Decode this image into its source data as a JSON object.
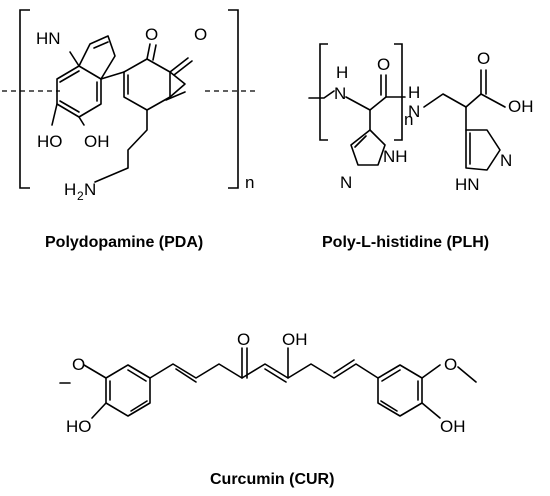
{
  "pda": {
    "caption": "Polydopamine (PDA)",
    "atoms": {
      "hn": "HN",
      "o1": "O",
      "o2": "O",
      "ho": "HO",
      "oh": "OH",
      "h2n_h": "H",
      "h2n_n": "N",
      "two": "2",
      "n": "n"
    }
  },
  "plh": {
    "caption": "Poly-L-histidine (PLH)",
    "atoms": {
      "n_h": "N",
      "n_hh": "H",
      "o": "O",
      "nh_h": "H",
      "nh_n": "N",
      "o_acid": "O",
      "oh": "OH",
      "ring1_nh": "NH",
      "ring1_n": "N",
      "ring2_n": "N",
      "ring2_hn": "HN",
      "n": "n"
    }
  },
  "cur": {
    "caption": "Curcumin (CUR)",
    "atoms": {
      "o_keto": "O",
      "oh_enol": "OH",
      "o_left": "O",
      "o_right": "O",
      "ho_left": "HO",
      "oh_right": "OH"
    }
  }
}
